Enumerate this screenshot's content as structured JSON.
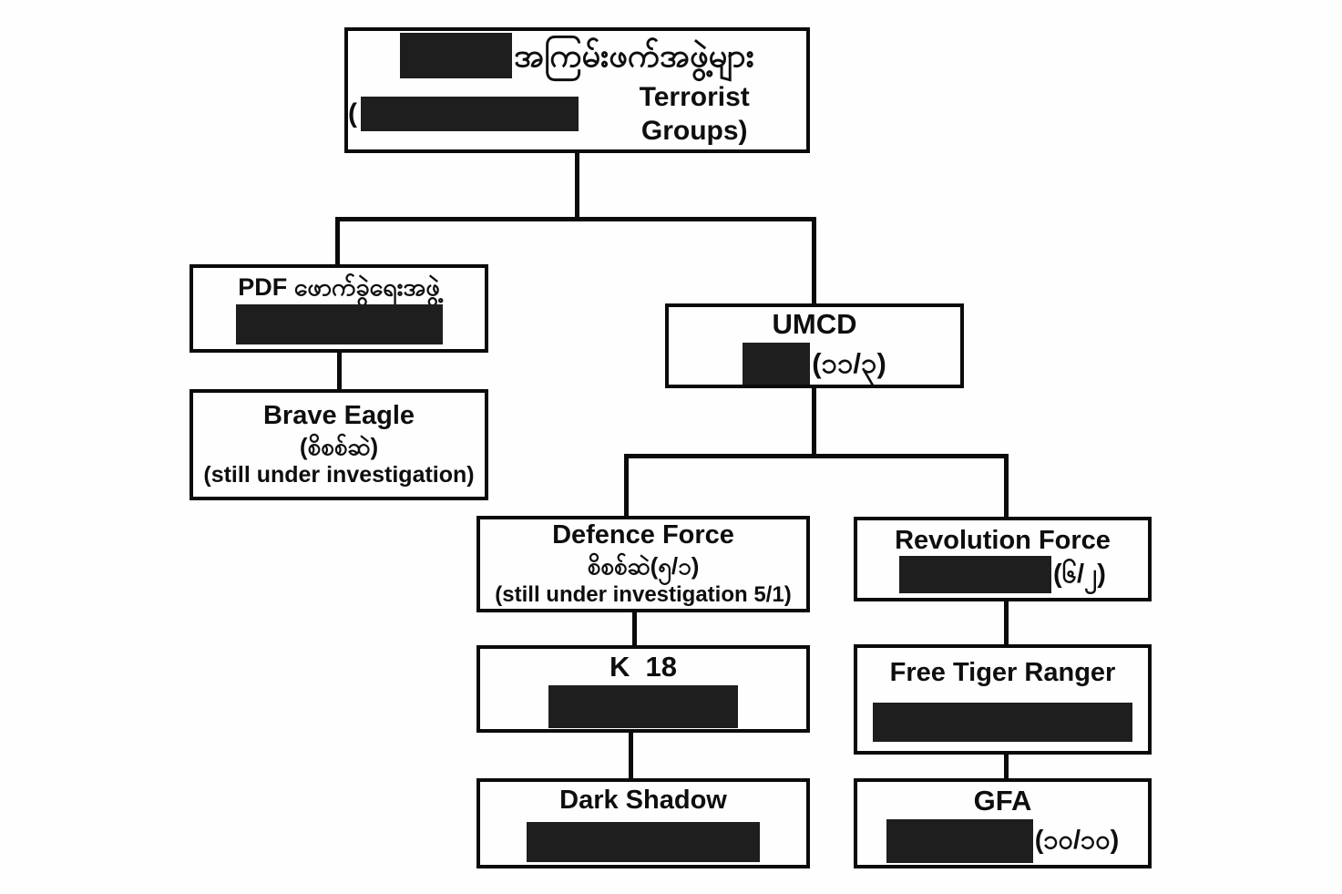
{
  "title": "Terrorist groups organizational chart (partially redacted)",
  "colors": {
    "ink": "#0b0b0b",
    "background": "#fefefe",
    "redaction": "#1e1e1e"
  },
  "nodes": {
    "root": {
      "burmese_title": "အကြမ်းဖက်အဖွဲ့များ",
      "english_prefix": "(",
      "english_title": "Terrorist Groups)",
      "redacted": true
    },
    "pdf_formation": {
      "title": "PDF ဖောက်ခွဲရေးအဖွဲ့",
      "redacted": true
    },
    "brave_eagle": {
      "title": "Brave Eagle",
      "burmese_note": "(စိစစ်ဆဲ)",
      "english_note": "(still under investigation)"
    },
    "umcd": {
      "title": "UMCD",
      "count": "(၁၁/၃)",
      "redacted": true
    },
    "defence_force": {
      "title": "Defence Force",
      "burmese_note": "စိစစ်ဆဲ(၅/၁)",
      "english_note": "(still under investigation 5/1)"
    },
    "k18": {
      "title": "K  18",
      "redacted": true
    },
    "dark_shadow": {
      "title": "Dark Shadow",
      "redacted": true
    },
    "revolution_force": {
      "title": "Revolution Force",
      "count": "(၆/၂)",
      "redacted": true
    },
    "free_tiger_ranger": {
      "title": "Free Tiger Ranger",
      "redacted": true
    },
    "gfa": {
      "title": "GFA",
      "count": "(၁၀/၁၀)",
      "redacted": true
    }
  }
}
